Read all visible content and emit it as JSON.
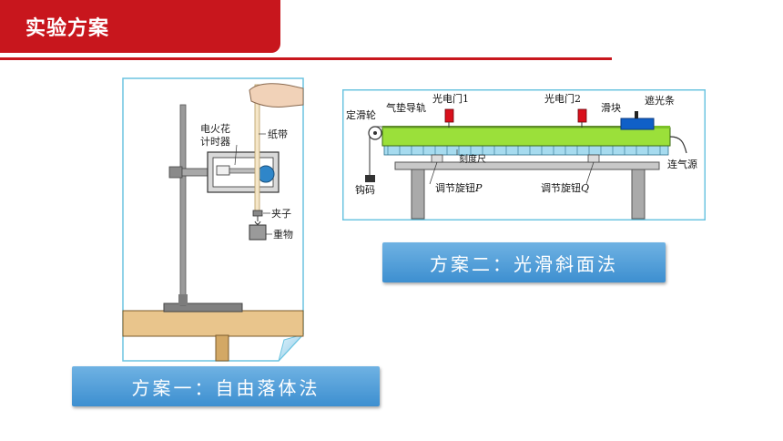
{
  "header": {
    "title": "实验方案"
  },
  "colors": {
    "accent_red": "#c8161d",
    "caption_blue": "#3d8fd0",
    "caption_blue_light": "#6fb2e3",
    "rail_green": "#9be03a",
    "ruler_blue": "#a6dbef",
    "border_blue": "#6cc4e0"
  },
  "figure1": {
    "labels": {
      "timer": [
        "电火花",
        "计时器"
      ],
      "tape": "纸带",
      "clip": "夹子",
      "weight": "重物"
    }
  },
  "figure2": {
    "labels": {
      "pulley": "定滑轮",
      "track": "气垫导轨",
      "gate1": "光电门1",
      "gate2": "光电门2",
      "slider": "滑块",
      "shade": "遮光条",
      "air": "连气源",
      "ruler": "刻度尺",
      "hook": "钩码",
      "knob_p": "调节旋钮",
      "knob_p_var": "P",
      "knob_q": "调节旋钮",
      "knob_q_var": "Q"
    }
  },
  "captions": {
    "scheme2": "方案二：光滑斜面法",
    "scheme1": "方案一：自由落体法"
  }
}
